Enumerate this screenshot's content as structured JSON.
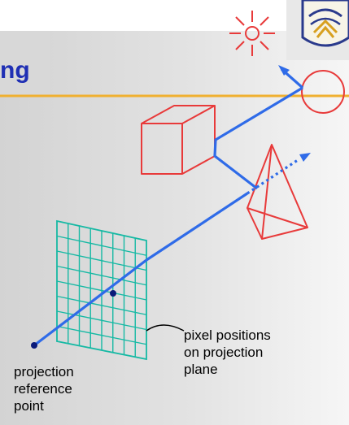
{
  "slide": {
    "title_fragment": "ng",
    "colors": {
      "background_gray": "#d9d9d9",
      "title_blue": "#1f2fb4",
      "rule_orange": "#f0b030",
      "ray_blue": "#2f6be8",
      "object_red": "#e83a3a",
      "grid_teal": "#16b9a4",
      "point_navy": "#0a1a7a"
    }
  },
  "diagram": {
    "labels": {
      "pixel_positions": [
        "pixel positions",
        "on projection",
        "plane"
      ],
      "projection_reference_point": [
        "projection",
        "reference",
        "point"
      ]
    },
    "icons": [
      "sun-icon",
      "university-crest-icon"
    ]
  }
}
